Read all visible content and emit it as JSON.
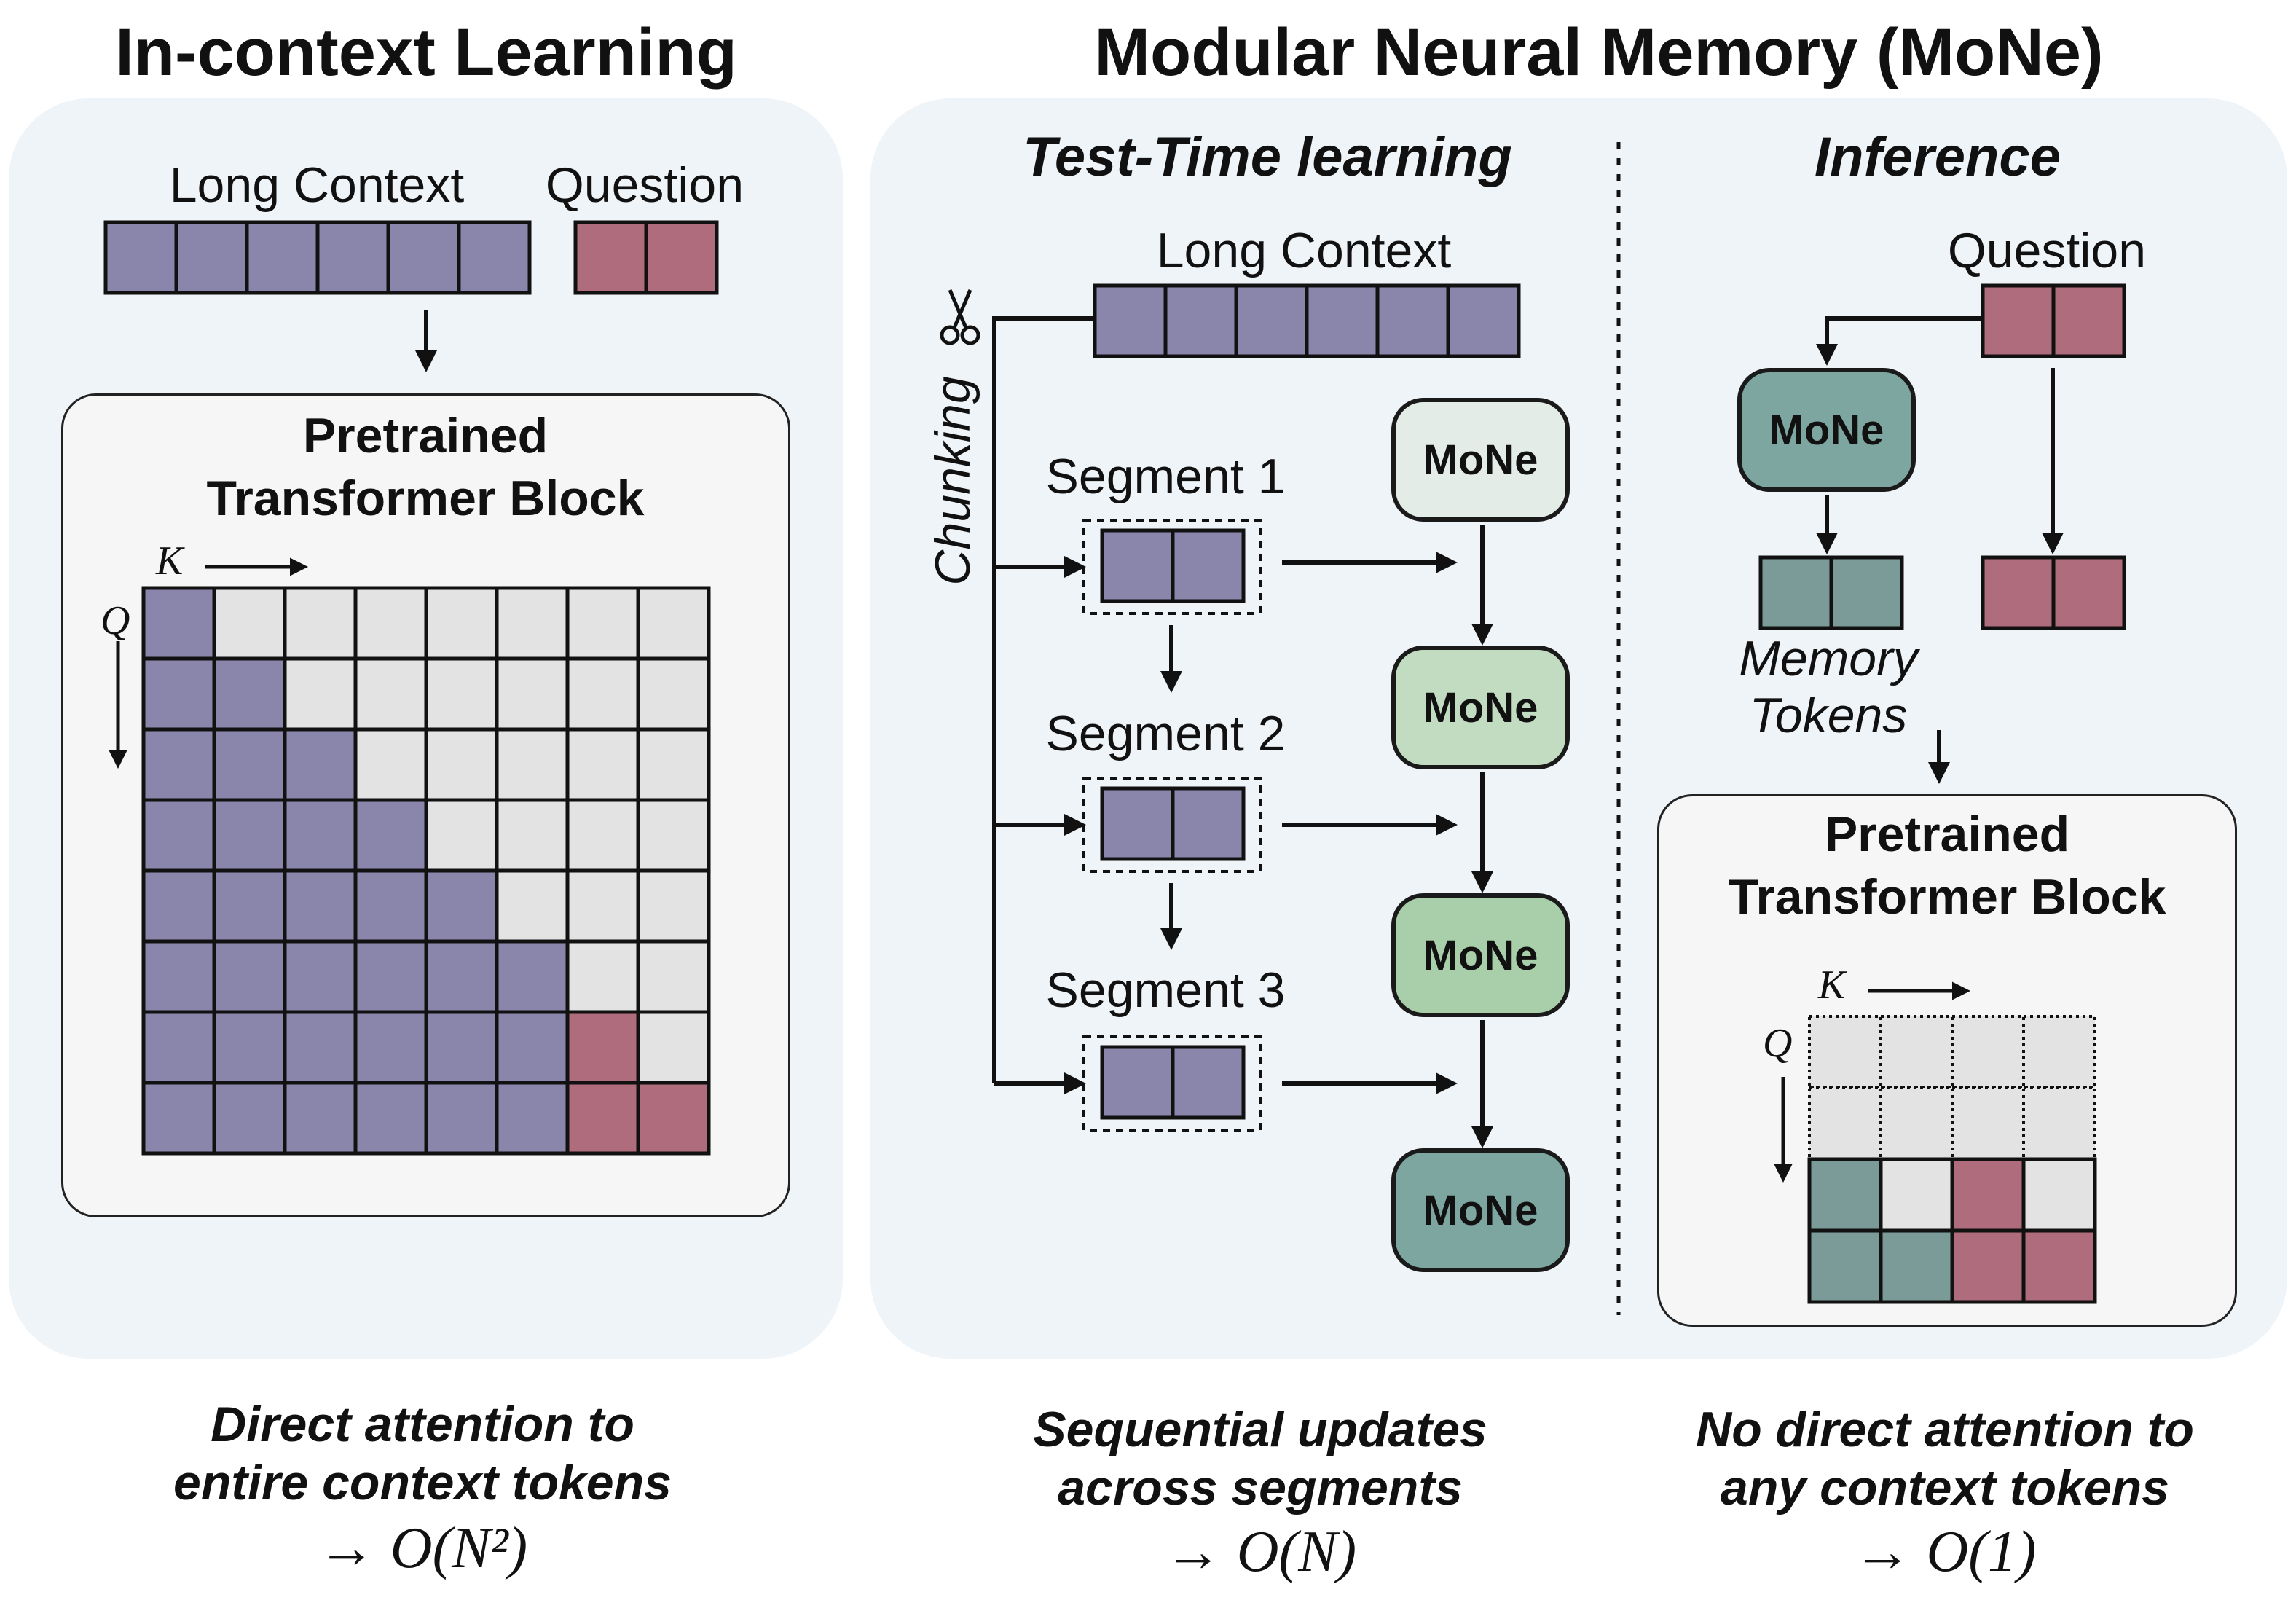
{
  "left_panel": {
    "title": "In-context Learning",
    "long_context_label": "Long Context",
    "question_label": "Question",
    "block_title_line1": "Pretrained",
    "block_title_line2": "Transformer Block",
    "k_label": "K",
    "q_label": "Q",
    "caption_line1": "Direct attention to",
    "caption_line2": "entire context tokens",
    "complexity_arrow": "→",
    "complexity": "O(N²)"
  },
  "right_panel": {
    "title": "Modular Neural Memory (MoNe)",
    "test_time": {
      "heading": "Test-Time learning",
      "long_context_label": "Long Context",
      "chunking_label": "Chunking",
      "segments": [
        "Segment 1",
        "Segment 2",
        "Segment 3"
      ],
      "mone_labels": [
        "MoNe",
        "MoNe",
        "MoNe",
        "MoNe"
      ],
      "caption_line1": "Sequential updates",
      "caption_line2": "across segments",
      "complexity_arrow": "→",
      "complexity": "O(N)"
    },
    "inference": {
      "heading": "Inference",
      "question_label": "Question",
      "mone_label": "MoNe",
      "memory_tokens_line1": "Memory",
      "memory_tokens_line2": "Tokens",
      "block_title_line1": "Pretrained",
      "block_title_line2": "Transformer Block",
      "k_label": "K",
      "q_label": "Q",
      "caption_line1": "No direct attention to",
      "caption_line2": "any context tokens",
      "complexity_arrow": "→",
      "complexity": "O(1)"
    }
  },
  "colors": {
    "context_token": "#8a86ab",
    "question_token": "#ae6c7c",
    "memory_token": "#7a9b97",
    "empty_cell": "#e3e3e3",
    "mone_fill_1": "#e4ece8",
    "mone_fill_2": "#c2dcc2",
    "mone_fill_3": "#a8cfa9",
    "mone_fill_4": "#7ea6a1",
    "panel_background": "#eff4f8",
    "inner_box": "#f6f6f6"
  },
  "icons": [
    "scissors-icon"
  ]
}
